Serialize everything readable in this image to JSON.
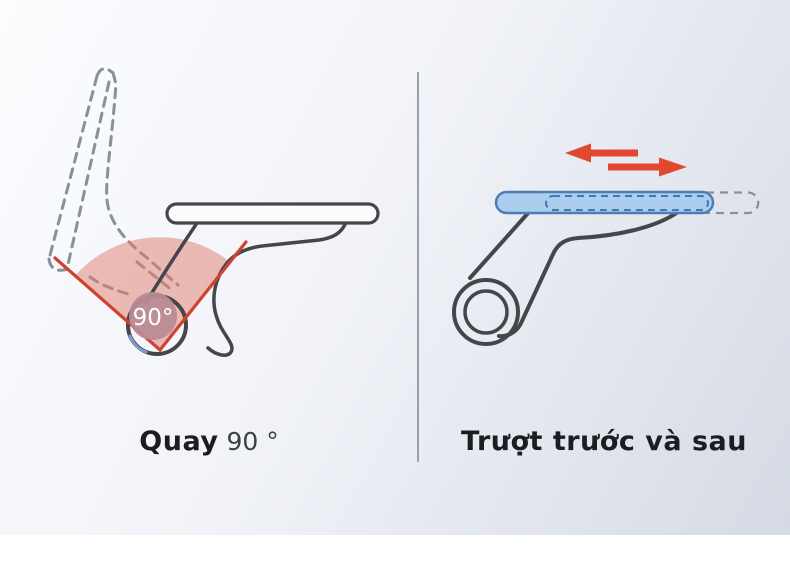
{
  "panels": {
    "rotate": {
      "label_primary": "Quay",
      "label_secondary": "90 °",
      "badge": "90°"
    },
    "slide": {
      "label": "Trượt trước và sau"
    }
  },
  "colors": {
    "accent_red": "#cf4130",
    "arrow_red": "#e0492f",
    "wedge_pink": "#df7b6d",
    "badge_rose": "#b98b93",
    "pad_blue": "#abceee",
    "pad_blue_border": "#4c7db5",
    "outline_dark": "#44464a",
    "dashed_gray": "#8b9097"
  }
}
